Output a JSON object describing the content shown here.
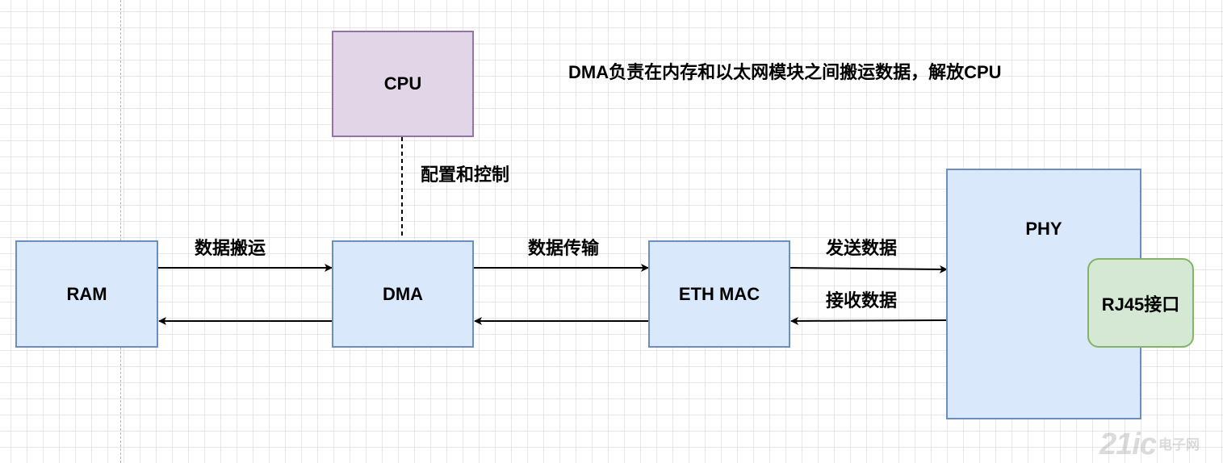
{
  "title": "DMA负责在内存和以太网模块之间搬运数据，解放CPU",
  "nodes": {
    "cpu": "CPU",
    "ram": "RAM",
    "dma": "DMA",
    "eth_mac": "ETH MAC",
    "phy": "PHY",
    "rj45": "RJ45接口"
  },
  "edges": {
    "config": "配置和控制",
    "ram_dma": "数据搬运",
    "dma_mac": "数据传输",
    "mac_phy_send": "发送数据",
    "phy_mac_recv": "接收数据"
  },
  "watermark": {
    "brand": "21ic",
    "name": "电子网"
  }
}
